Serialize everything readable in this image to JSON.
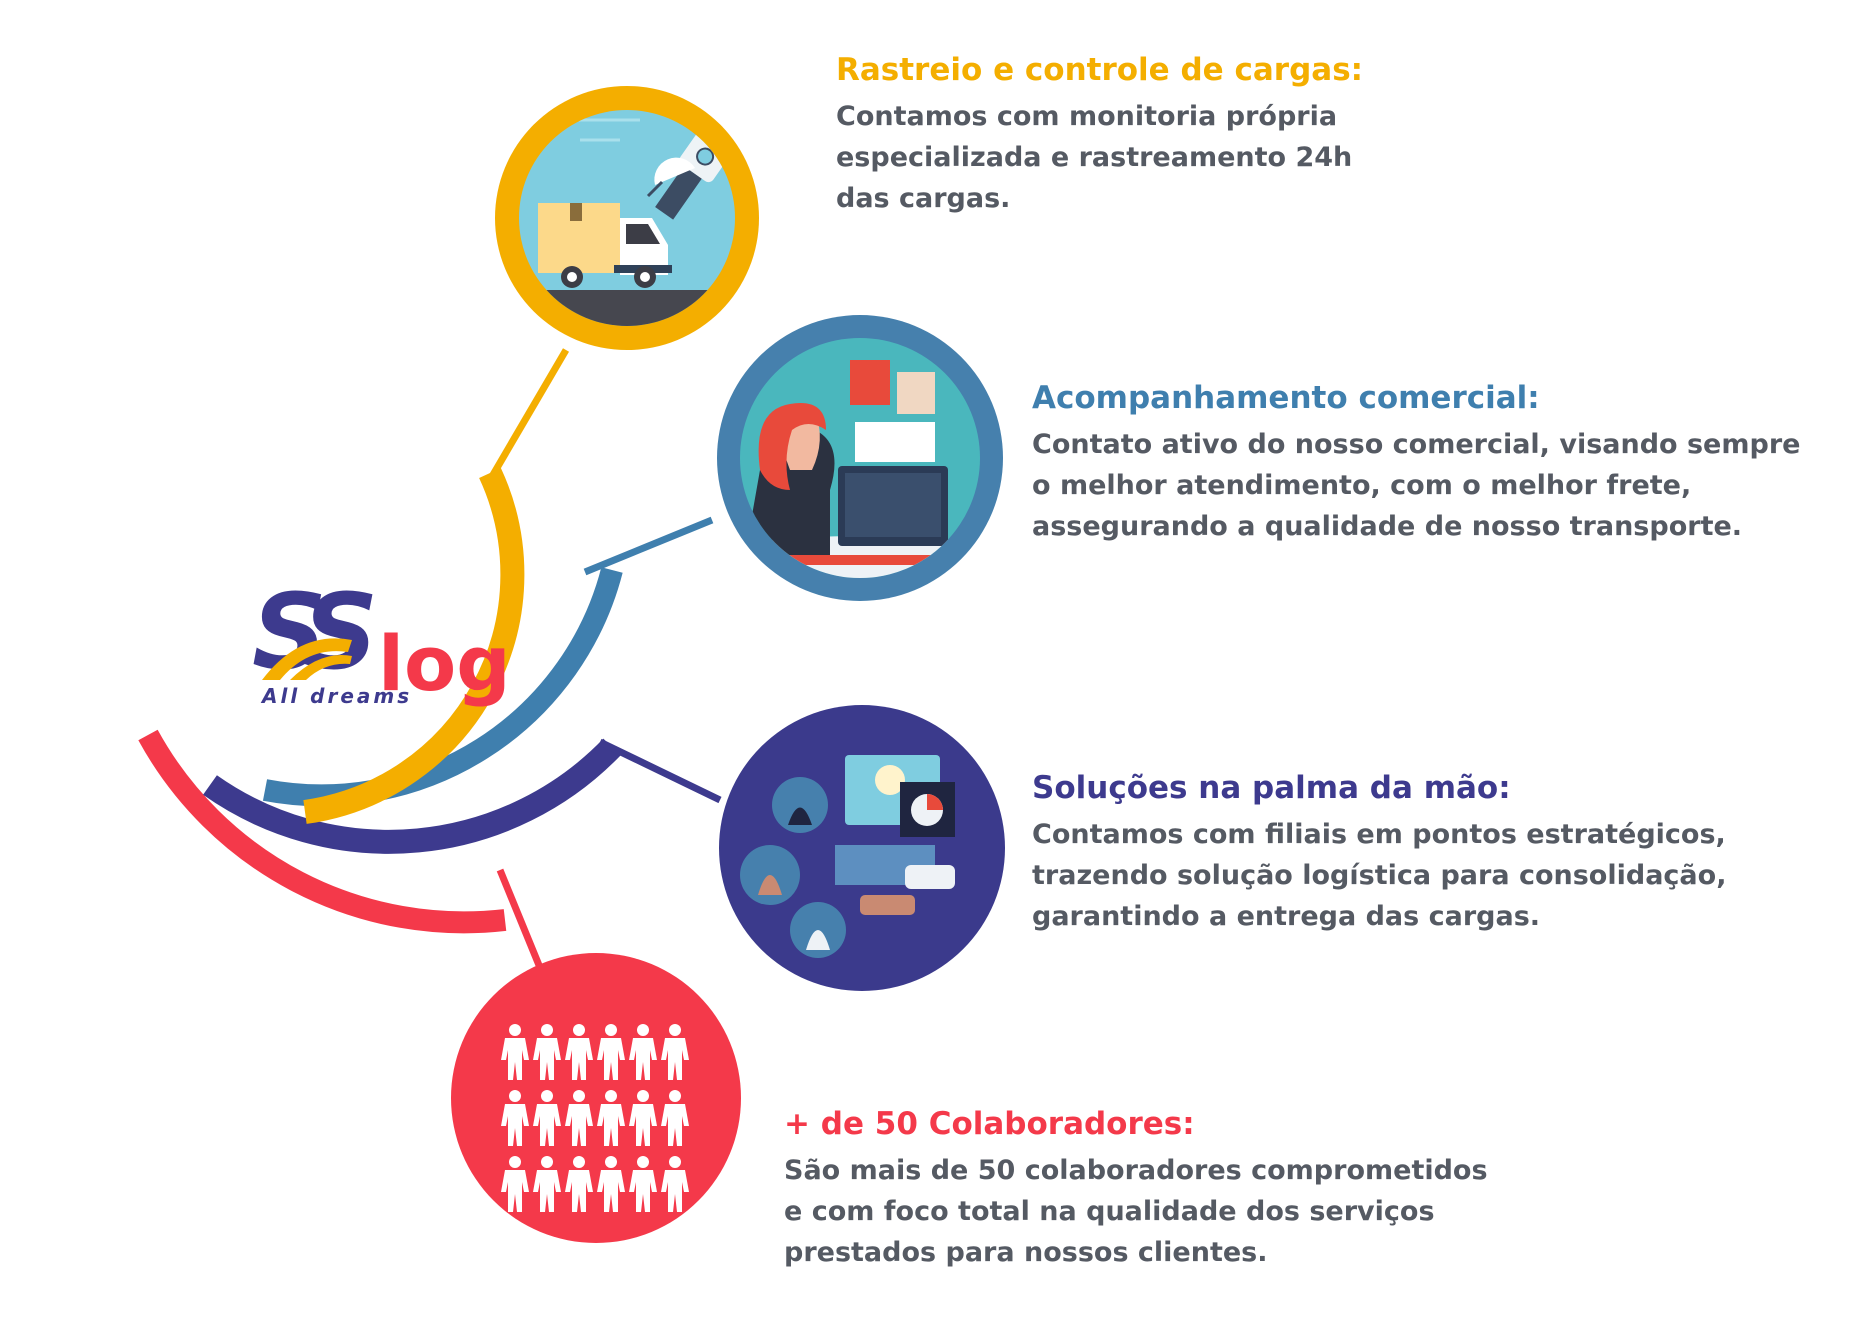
{
  "colors": {
    "yellow": "#f4ae00",
    "teal": "#3f7fae",
    "indigo": "#3d3a8e",
    "red": "#f4394a",
    "body_text": "#555a63"
  },
  "logo": {
    "mark": "SS",
    "word": "log",
    "tagline": "All dreams"
  },
  "items": [
    {
      "title": "Rastreio e controle de cargas:",
      "lines": [
        "Contamos com monitoria própria",
        "especializada e rastreamento 24h",
        "das cargas."
      ],
      "icon": "truck-satellite-icon"
    },
    {
      "title": "Acompanhamento comercial:",
      "lines": [
        "Contato ativo do nosso comercial, visando sempre",
        "o melhor atendimento, com o melhor frete,",
        "assegurando a qualidade de nosso transporte."
      ],
      "icon": "sales-agent-icon"
    },
    {
      "title": "Soluções na palma da mão:",
      "lines": [
        "Contamos com filiais em pontos estratégicos,",
        "trazendo solução logística para consolidação,",
        "garantindo a entrega das cargas."
      ],
      "icon": "network-solutions-icon"
    },
    {
      "title": "+ de 50 Colaboradores:",
      "lines": [
        "São mais de 50 colaboradores comprometidos",
        "e com foco total na qualidade dos serviços",
        "prestados para nossos clientes."
      ],
      "icon": "people-group-icon"
    }
  ]
}
